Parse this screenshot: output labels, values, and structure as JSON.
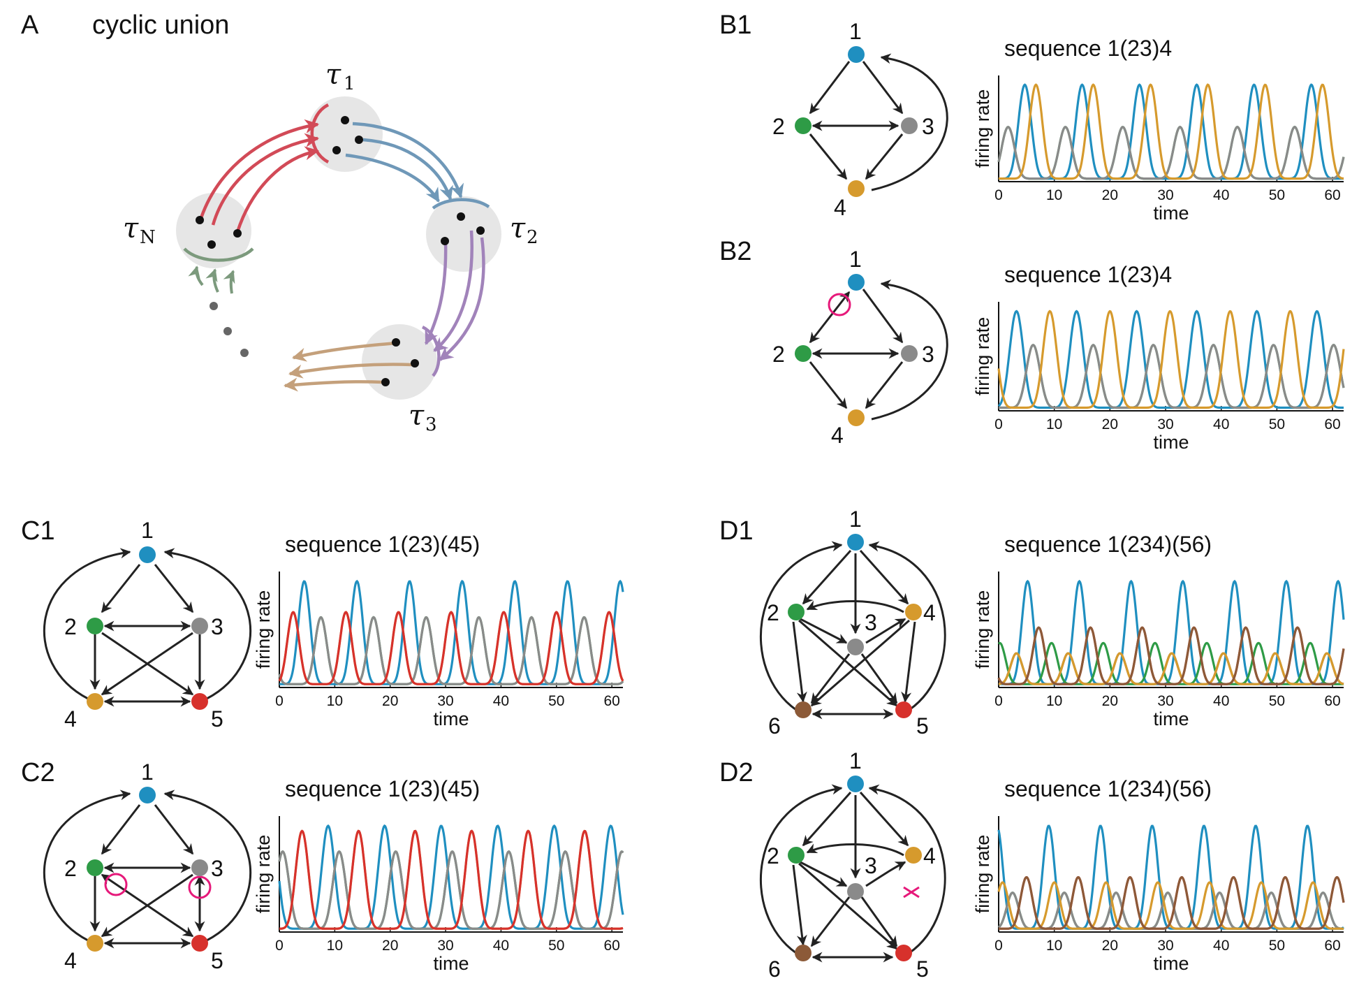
{
  "panel_A": {
    "label": "A",
    "title": "cyclic union",
    "tau_symbol": "τ",
    "taus": [
      "1",
      "2",
      "N",
      "3"
    ]
  },
  "colors": {
    "1": "#1f8fc0",
    "2": "#2e9b46",
    "3": "#8a8a8a",
    "4": "#d69a2d",
    "5": "#d7312c",
    "6": "#8c5a38",
    "highlight": "#e6197a",
    "arrow_red": "#d24a57",
    "arrow_blue": "#6f98b8",
    "arrow_purple": "#a183ba",
    "arrow_brown": "#c4a07b",
    "arrow_green": "#7c9a7d"
  },
  "graphs": [
    {
      "id": "B1",
      "label": "B1",
      "nodes": [
        "1",
        "2",
        "3",
        "4"
      ]
    },
    {
      "id": "B2",
      "label": "B2",
      "nodes": [
        "1",
        "2",
        "3",
        "4"
      ]
    },
    {
      "id": "C1",
      "label": "C1",
      "nodes": [
        "1",
        "2",
        "3",
        "4",
        "5"
      ]
    },
    {
      "id": "C2",
      "label": "C2",
      "nodes": [
        "1",
        "2",
        "3",
        "4",
        "5"
      ]
    },
    {
      "id": "D1",
      "label": "D1",
      "nodes": [
        "1",
        "2",
        "3",
        "4",
        "5",
        "6"
      ]
    },
    {
      "id": "D2",
      "label": "D2",
      "nodes": [
        "1",
        "2",
        "3",
        "4",
        "5",
        "6"
      ]
    }
  ],
  "chart_data": [
    {
      "id": "B1",
      "type": "line",
      "title": "sequence 1(23)4",
      "xlabel": "time",
      "ylabel": "firing rate",
      "xlim": [
        0,
        62
      ],
      "xticks": [
        0,
        10,
        20,
        30,
        40,
        50,
        60
      ],
      "series": [
        {
          "node": "1",
          "period": 10.3,
          "peak_time": 15,
          "amplitude": 1.0
        },
        {
          "node": "2",
          "period": 10.3,
          "peak_time": 12,
          "amplitude": 0.55
        },
        {
          "node": "3",
          "period": 10.3,
          "peak_time": 12,
          "amplitude": 0.55
        },
        {
          "node": "4",
          "period": 10.3,
          "peak_time": 17,
          "amplitude": 1.0
        }
      ]
    },
    {
      "id": "B2",
      "type": "line",
      "title": "sequence 1(23)4",
      "xlabel": "time",
      "ylabel": "firing rate",
      "xlim": [
        0,
        62
      ],
      "xticks": [
        0,
        10,
        20,
        30,
        40,
        50,
        60
      ],
      "series": [
        {
          "node": "1",
          "period": 10.8,
          "peak_time": 14,
          "amplitude": 1.0
        },
        {
          "node": "2",
          "period": 10.8,
          "peak_time": 17,
          "amplitude": 0.65
        },
        {
          "node": "3",
          "period": 10.8,
          "peak_time": 17,
          "amplitude": 0.65
        },
        {
          "node": "4",
          "period": 10.8,
          "peak_time": 20,
          "amplitude": 1.0
        }
      ]
    },
    {
      "id": "C1",
      "type": "line",
      "title": "sequence 1(23)(45)",
      "xlabel": "time",
      "ylabel": "firing rate",
      "xlim": [
        0,
        62
      ],
      "xticks": [
        0,
        10,
        20,
        30,
        40,
        50,
        60
      ],
      "series": [
        {
          "node": "1",
          "period": 9.5,
          "peak_time": 4.5,
          "amplitude": 1.0
        },
        {
          "node": "2",
          "period": 9.5,
          "peak_time": 7.5,
          "amplitude": 0.65
        },
        {
          "node": "3",
          "period": 9.5,
          "peak_time": 7.5,
          "amplitude": 0.65
        },
        {
          "node": "4",
          "period": 9.5,
          "peak_time": 2.5,
          "amplitude": 0.7
        },
        {
          "node": "5",
          "period": 9.5,
          "peak_time": 2.5,
          "amplitude": 0.7
        }
      ]
    },
    {
      "id": "C2",
      "type": "line",
      "title": "sequence 1(23)(45)",
      "xlabel": "time",
      "ylabel": "firing rate",
      "xlim": [
        0,
        62
      ],
      "xticks": [
        0,
        10,
        20,
        30,
        40,
        50,
        60
      ],
      "series": [
        {
          "node": "1",
          "period": 10.2,
          "peak_time": 19,
          "amplitude": 1.0
        },
        {
          "node": "2",
          "period": 10.2,
          "peak_time": 21,
          "amplitude": 0.75
        },
        {
          "node": "3",
          "period": 10.2,
          "peak_time": 21,
          "amplitude": 0.75
        },
        {
          "node": "4",
          "period": 10.2,
          "peak_time": 24.5,
          "amplitude": 0.95
        },
        {
          "node": "5",
          "period": 10.2,
          "peak_time": 24.5,
          "amplitude": 0.95
        }
      ]
    },
    {
      "id": "D1",
      "type": "line",
      "title": "sequence 1(234)(56)",
      "xlabel": "time",
      "ylabel": "firing rate",
      "xlim": [
        0,
        62
      ],
      "xticks": [
        0,
        10,
        20,
        30,
        40,
        50,
        60
      ],
      "series": [
        {
          "node": "1",
          "period": 9.3,
          "peak_time": 14.5,
          "amplitude": 1.0
        },
        {
          "node": "2",
          "period": 9.3,
          "peak_time": 9.5,
          "amplitude": 0.4
        },
        {
          "node": "3",
          "period": 9.3,
          "peak_time": 12.5,
          "amplitude": 0.3
        },
        {
          "node": "4",
          "period": 9.3,
          "peak_time": 12.5,
          "amplitude": 0.3
        },
        {
          "node": "5",
          "period": 9.3,
          "peak_time": 16.5,
          "amplitude": 0.55
        },
        {
          "node": "6",
          "period": 9.3,
          "peak_time": 16.5,
          "amplitude": 0.55
        }
      ]
    },
    {
      "id": "D2",
      "type": "line",
      "title": "sequence 1(234)(56)",
      "xlabel": "time",
      "ylabel": "firing rate",
      "xlim": [
        0,
        62
      ],
      "xticks": [
        0,
        10,
        20,
        30,
        40,
        50,
        60
      ],
      "series": [
        {
          "node": "1",
          "period": 9.3,
          "peak_time": 9,
          "amplitude": 1.0
        },
        {
          "node": "2",
          "period": 9.3,
          "peak_time": 2.5,
          "amplitude": 0.35
        },
        {
          "node": "3",
          "period": 9.3,
          "peak_time": 2.5,
          "amplitude": 0.35
        },
        {
          "node": "4",
          "period": 9.3,
          "peak_time": 10,
          "amplitude": 0.45
        },
        {
          "node": "5",
          "period": 9.3,
          "peak_time": 5,
          "amplitude": 0.5
        },
        {
          "node": "6",
          "period": 9.3,
          "peak_time": 5,
          "amplitude": 0.5
        }
      ]
    }
  ]
}
